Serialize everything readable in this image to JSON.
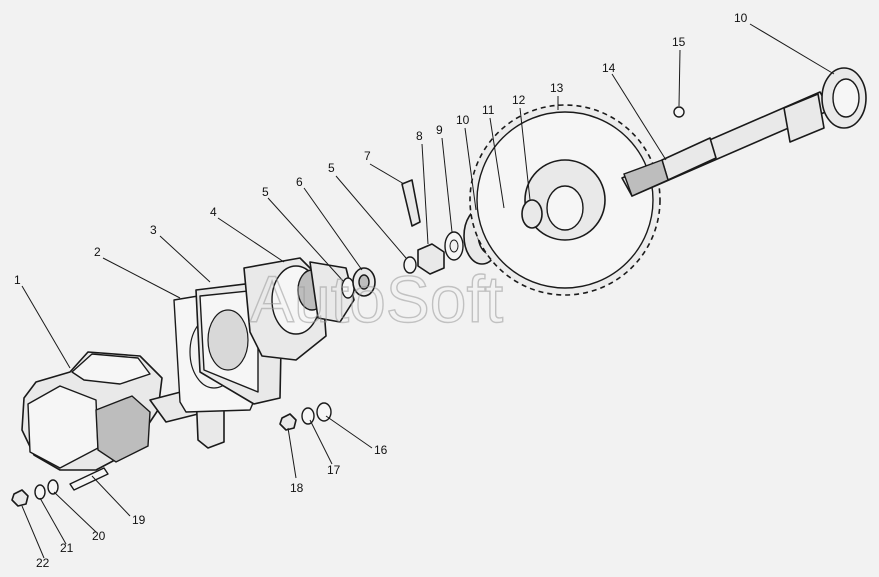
{
  "watermark": "AutoSoft",
  "callouts": [
    "1",
    "2",
    "3",
    "4",
    "5",
    "6",
    "5",
    "7",
    "8",
    "9",
    "10",
    "11",
    "12",
    "13",
    "10",
    "14",
    "15",
    "16",
    "17",
    "18",
    "19",
    "20",
    "21",
    "22"
  ]
}
